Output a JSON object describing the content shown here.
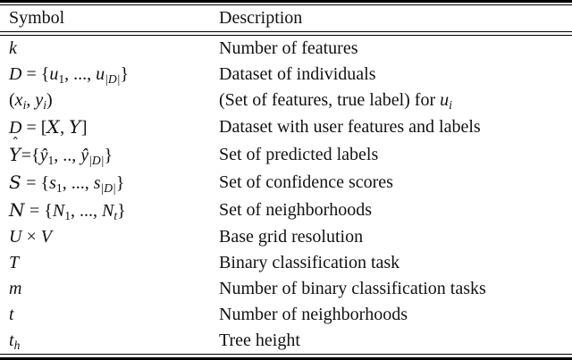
{
  "table": {
    "headers": [
      {
        "label": "Symbol"
      },
      {
        "label": "Description"
      }
    ],
    "rows": [
      {
        "symbol": [
          {
            "t": "k",
            "s": "i"
          }
        ],
        "description": [
          {
            "t": "Number of features",
            "s": "n"
          }
        ]
      },
      {
        "symbol": [
          {
            "t": "D",
            "s": "i"
          },
          {
            "t": " = {",
            "s": "n"
          },
          {
            "t": "u",
            "s": "i"
          },
          {
            "t": "1",
            "s": "s"
          },
          {
            "t": ", ..., ",
            "s": "n"
          },
          {
            "t": "u",
            "s": "i"
          },
          {
            "t": "|D|",
            "s": "si"
          },
          {
            "t": "}",
            "s": "n"
          }
        ],
        "description": [
          {
            "t": "Dataset of individuals",
            "s": "n"
          }
        ]
      },
      {
        "symbol": [
          {
            "t": "(",
            "s": "n"
          },
          {
            "t": "x",
            "s": "i"
          },
          {
            "t": "i",
            "s": "si"
          },
          {
            "t": ", ",
            "s": "n"
          },
          {
            "t": "y",
            "s": "i"
          },
          {
            "t": "i",
            "s": "si"
          },
          {
            "t": ")",
            "s": "n"
          }
        ],
        "description": [
          {
            "t": "(Set of features, true label) for ",
            "s": "n"
          },
          {
            "t": "u",
            "s": "i"
          },
          {
            "t": "i",
            "s": "si"
          }
        ]
      },
      {
        "symbol": [
          {
            "t": "D",
            "s": "i"
          },
          {
            "t": " = [",
            "s": "n"
          },
          {
            "t": "X",
            "s": "c"
          },
          {
            "t": ", ",
            "s": "n"
          },
          {
            "t": "Y",
            "s": "c"
          },
          {
            "t": "]",
            "s": "n"
          }
        ],
        "description": [
          {
            "t": "Dataset with user features and labels",
            "s": "n"
          }
        ]
      },
      {
        "symbol": [
          {
            "t": "Y",
            "s": "ch"
          },
          {
            "t": "={",
            "s": "n"
          },
          {
            "t": "ŷ",
            "s": "i"
          },
          {
            "t": "1",
            "s": "s"
          },
          {
            "t": ", .., ",
            "s": "n"
          },
          {
            "t": "ŷ",
            "s": "i"
          },
          {
            "t": "|D|",
            "s": "si"
          },
          {
            "t": "}",
            "s": "n"
          }
        ],
        "description": [
          {
            "t": "Set of predicted labels",
            "s": "n"
          }
        ]
      },
      {
        "symbol": [
          {
            "t": "S",
            "s": "c"
          },
          {
            "t": " = {",
            "s": "n"
          },
          {
            "t": "s",
            "s": "i"
          },
          {
            "t": "1",
            "s": "s"
          },
          {
            "t": ", ..., ",
            "s": "n"
          },
          {
            "t": "s",
            "s": "i"
          },
          {
            "t": "|D|",
            "s": "si"
          },
          {
            "t": "}",
            "s": "n"
          }
        ],
        "description": [
          {
            "t": "Set of confidence scores",
            "s": "n"
          }
        ]
      },
      {
        "symbol": [
          {
            "t": "N",
            "s": "c"
          },
          {
            "t": " = {",
            "s": "n"
          },
          {
            "t": "N",
            "s": "i"
          },
          {
            "t": "1",
            "s": "s"
          },
          {
            "t": ", ..., ",
            "s": "n"
          },
          {
            "t": "N",
            "s": "i"
          },
          {
            "t": "t",
            "s": "si"
          },
          {
            "t": "}",
            "s": "n"
          }
        ],
        "description": [
          {
            "t": "Set of neighborhoods",
            "s": "n"
          }
        ]
      },
      {
        "symbol": [
          {
            "t": "U",
            "s": "i"
          },
          {
            "t": " × ",
            "s": "n"
          },
          {
            "t": "V",
            "s": "i"
          }
        ],
        "description": [
          {
            "t": "Base grid resolution",
            "s": "n"
          }
        ]
      },
      {
        "symbol": [
          {
            "t": "T",
            "s": "i"
          }
        ],
        "description": [
          {
            "t": "Binary classification task",
            "s": "n"
          }
        ]
      },
      {
        "symbol": [
          {
            "t": "m",
            "s": "i"
          }
        ],
        "description": [
          {
            "t": "Number of binary classification tasks",
            "s": "n"
          }
        ]
      },
      {
        "symbol": [
          {
            "t": "t",
            "s": "i"
          }
        ],
        "description": [
          {
            "t": "Number of neighborhoods",
            "s": "n"
          }
        ]
      },
      {
        "symbol": [
          {
            "t": "t",
            "s": "i"
          },
          {
            "t": "h",
            "s": "si"
          }
        ],
        "description": [
          {
            "t": "Tree height",
            "s": "n"
          }
        ]
      }
    ]
  }
}
